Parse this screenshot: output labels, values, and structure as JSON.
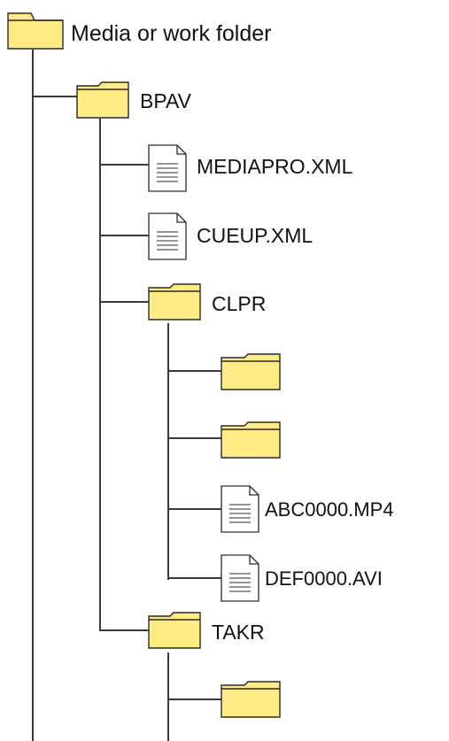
{
  "colors": {
    "folder_fill": "#FFEB84",
    "folder_stroke": "#2a2a2a",
    "line": "#3a3a3a",
    "file_fill": "#ffffff"
  },
  "tree": {
    "root": {
      "label": "Media or work folder",
      "icon": "folder-icon"
    },
    "bpav": {
      "label": "BPAV",
      "icon": "folder-icon"
    },
    "mediapro": {
      "label": "MEDIAPRO.XML",
      "icon": "document-icon"
    },
    "cueup": {
      "label": "CUEUP.XML",
      "icon": "document-icon"
    },
    "clpr": {
      "label": "CLPR",
      "icon": "folder-icon"
    },
    "clpr_sub1": {
      "label": "",
      "icon": "folder-icon"
    },
    "clpr_sub2": {
      "label": "",
      "icon": "folder-icon"
    },
    "abc": {
      "label": "ABC0000.MP4",
      "icon": "document-icon"
    },
    "def": {
      "label": "DEF0000.AVI",
      "icon": "document-icon"
    },
    "takr": {
      "label": "TAKR",
      "icon": "folder-icon"
    },
    "takr_sub1": {
      "label": "",
      "icon": "folder-icon"
    }
  }
}
